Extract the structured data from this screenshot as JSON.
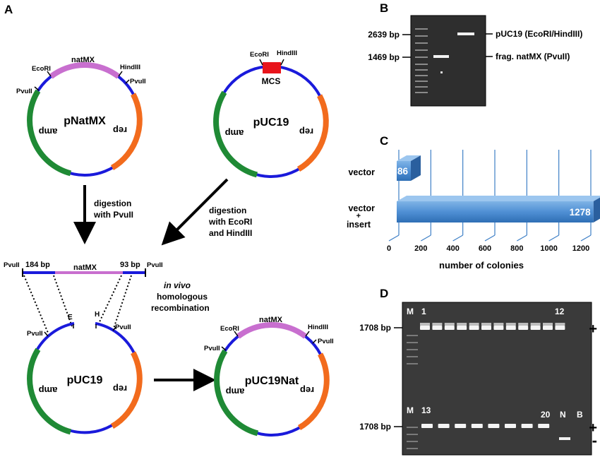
{
  "panels": {
    "a": "A",
    "b": "B",
    "c": "C",
    "d": "D"
  },
  "plasmids": {
    "pnatmx": {
      "name": "pNatMX",
      "insert": "natMX",
      "site_ecori": "EcoRI",
      "site_hindiii": "HindIII",
      "site_pvuii_left": "PvuII",
      "site_pvuii_right": "PvuII",
      "amp": "amp",
      "rep": "rep"
    },
    "puc19_top": {
      "name": "pUC19",
      "mcs": "MCS",
      "site_ecori": "EcoRI",
      "site_hindiii": "HindIII",
      "amp": "amp",
      "rep": "rep"
    },
    "puc19_cut": {
      "name": "pUC19",
      "end_e": "E",
      "end_h": "H",
      "site_pvuii_left": "PvuII",
      "site_pvuii_right": "PvuII",
      "amp": "amp",
      "rep": "rep"
    },
    "puc19nat": {
      "name": "pUC19Nat",
      "insert": "natMX",
      "site_ecori": "EcoRI",
      "site_hindiii": "HindIII",
      "site_pvuii_left": "PvuII",
      "site_pvuii_right": "PvuII",
      "amp": "amp",
      "rep": "rep"
    }
  },
  "fragment": {
    "insert": "natMX",
    "left_bp": "184 bp",
    "right_bp": "93 bp",
    "site_left": "PvuII",
    "site_right": "PvuII"
  },
  "arrows": {
    "digest_pvuii_line1": "digestion",
    "digest_pvuii_line2": "with PvuII",
    "digest_ecori_line1": "digestion",
    "digest_ecori_line2": "with EcoRI",
    "digest_ecori_line3": "and HindIII",
    "recomb_line1": "in vivo",
    "recomb_line2": "homologous",
    "recomb_line3": "recombination"
  },
  "gel_b": {
    "marker_2639": "2639 bp",
    "marker_1469": "1469 bp",
    "label_puc19": "pUC19 (EcoRI/HindIII)",
    "label_natmx": "frag. natMX (PvuII)"
  },
  "chart_data": {
    "type": "bar",
    "orientation": "horizontal",
    "categories": [
      "vector",
      "vector + insert"
    ],
    "values": [
      86,
      1278
    ],
    "xlabel": "number of colonies",
    "xlim": [
      0,
      1300
    ],
    "xticks": [
      0,
      200,
      400,
      600,
      800,
      1000,
      1200
    ],
    "bar_color": "#4f8fd4",
    "grid": true
  },
  "chart_labels": {
    "cat_vector": "vector",
    "cat_vi_line1": "vector",
    "cat_vi_plus": "+",
    "cat_vi_line2": "insert"
  },
  "gel_d": {
    "marker_top": "1708 bp",
    "marker_bottom": "1708 bp",
    "lane_m_top": "M",
    "lane_1": "1",
    "lane_12": "12",
    "lane_m_bottom": "M",
    "lane_13": "13",
    "lane_20": "20",
    "lane_n": "N",
    "lane_b": "B",
    "sign_plus_top": "+",
    "sign_plus_bottom": "+",
    "sign_minus": "-"
  },
  "colors": {
    "backbone": "#1a1adb",
    "insert": "#c86fcf",
    "amp": "#1f8a35",
    "rep": "#f26b1d",
    "mcs": "#e8141b",
    "bar": "#4f8fd4",
    "grid": "#3d7fc6"
  }
}
